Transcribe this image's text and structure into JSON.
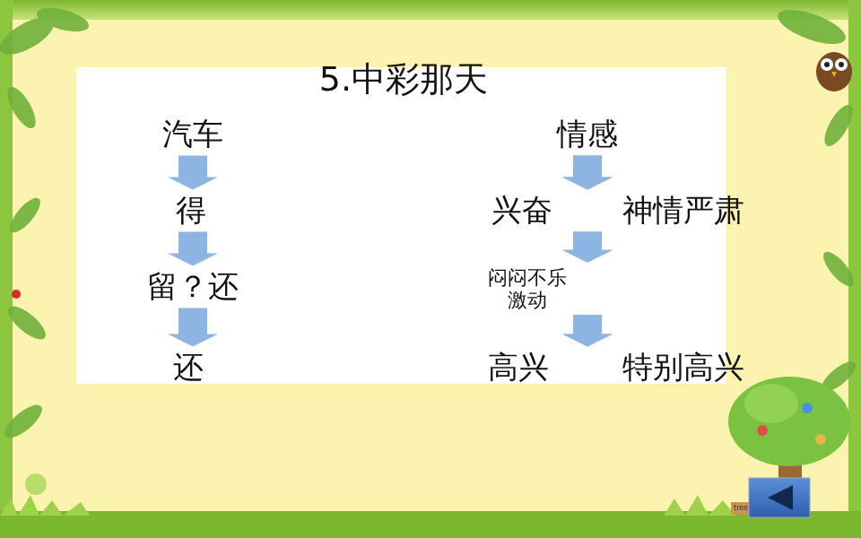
{
  "diagram": {
    "title": "5.中彩那天",
    "nodes": [
      {
        "text": [
          "汽车"
        ]
      },
      {
        "text": [
          "情感"
        ]
      },
      {
        "text": [
          "得"
        ]
      },
      {
        "text": [
          "兴奋"
        ]
      },
      {
        "text": [
          "神情严肃"
        ]
      },
      {
        "text": [
          "留？还"
        ]
      },
      {
        "text": [
          "闷闷不乐 激动"
        ]
      },
      {
        "text": [
          "还"
        ]
      },
      {
        "text": [
          "高兴"
        ]
      },
      {
        "text": [
          "特别高兴"
        ]
      }
    ],
    "edges": [
      {
        "from": 0,
        "to": 2,
        "arrow": "to"
      },
      {
        "from": 2,
        "to": 5,
        "arrow": "to"
      },
      {
        "from": 5,
        "to": 7,
        "arrow": "to"
      },
      {
        "from": 1,
        "to": 3,
        "arrow": "to"
      },
      {
        "from": 1,
        "to": 4,
        "arrow": "to"
      },
      {
        "from": 3,
        "to": 6,
        "arrow": "to"
      },
      {
        "from": 4,
        "to": 6,
        "arrow": "to"
      },
      {
        "from": 6,
        "to": 8,
        "arrow": "to"
      },
      {
        "from": 6,
        "to": 9,
        "arrow": "to"
      }
    ],
    "labels": [
      "tree"
    ]
  }
}
